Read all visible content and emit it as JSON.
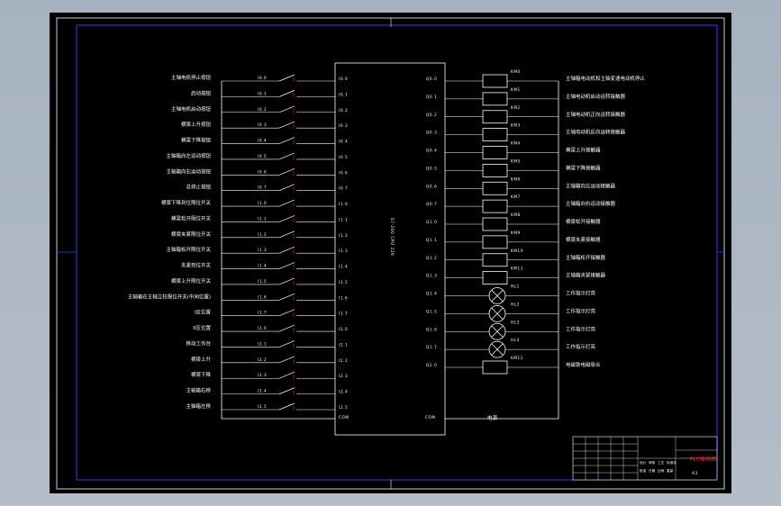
{
  "drawing": {
    "background": "#000000",
    "line_color": "#ffffff",
    "frame_color": "#2c3cff",
    "contact_accent": "#e02020"
  },
  "plc": {
    "model": "S7-200 CPU 226",
    "input_common": "COM",
    "output_common": "COM"
  },
  "inputs": [
    {
      "label": "主轴电机停止按钮",
      "address": "I0.0"
    },
    {
      "label": "启动按钮",
      "address": "I0.1"
    },
    {
      "label": "主轴电机启动按钮",
      "address": "I0.2"
    },
    {
      "label": "横梁上升按钮",
      "address": "I0.3"
    },
    {
      "label": "横梁下降按钮",
      "address": "I0.4"
    },
    {
      "label": "主轴箱向左运动按钮",
      "address": "I0.5"
    },
    {
      "label": "主轴箱向右运动按钮",
      "address": "I0.6"
    },
    {
      "label": "总停止按钮",
      "address": "I0.7"
    },
    {
      "label": "横梁下降到位限位开关",
      "address": "I1.0"
    },
    {
      "label": "横梁松开限位开关",
      "address": "I1.1"
    },
    {
      "label": "横梁夹紧限位开关",
      "address": "I1.2"
    },
    {
      "label": "主轴箱松开限位开关",
      "address": "I1.3"
    },
    {
      "label": "夹紧到位开关",
      "address": "I1.4"
    },
    {
      "label": "横梁上升限位开关",
      "address": "I1.5"
    },
    {
      "label": "主轴箱在主轴立柱限位开关(中间位置)",
      "address": "I1.6"
    },
    {
      "label": "I区位置",
      "address": "I1.7"
    },
    {
      "label": "II区位置",
      "address": "I2.0"
    },
    {
      "label": "移动工作台",
      "address": "I2.1"
    },
    {
      "label": "横梁上升",
      "address": "I2.2"
    },
    {
      "label": "横梁下降",
      "address": "I2.3"
    },
    {
      "label": "主轴箱右移",
      "address": "I2.4"
    },
    {
      "label": "主轴箱左移",
      "address": "I2.5"
    }
  ],
  "outputs": [
    {
      "label": "主轴箱电动机和主轴变速电动机停止",
      "address": "Q0.0",
      "device": "KM0"
    },
    {
      "label": "主轴电动机启动运转接触器",
      "address": "Q0.1",
      "device": "KM1"
    },
    {
      "label": "主轴电动机正向运转接触器",
      "address": "Q0.2",
      "device": "KM2"
    },
    {
      "label": "主轴电动机反向运转接触器",
      "address": "Q0.3",
      "device": "KM3"
    },
    {
      "label": "横梁上升接触器",
      "address": "Q0.4",
      "device": "KM4"
    },
    {
      "label": "横梁下降接触器",
      "address": "Q0.5",
      "device": "KM5"
    },
    {
      "label": "主轴箱向左运动接触器",
      "address": "Q0.6",
      "device": "KM6"
    },
    {
      "label": "主轴箱向右运动接触器",
      "address": "Q0.7",
      "device": "KM7"
    },
    {
      "label": "横梁松开接触器",
      "address": "Q1.0",
      "device": "KM8"
    },
    {
      "label": "横梁夹紧接触器",
      "address": "Q1.1",
      "device": "KM9"
    },
    {
      "label": "主轴箱松开接触器",
      "address": "Q1.2",
      "device": "KM10"
    },
    {
      "label": "主轴箱夹紧接触器",
      "address": "Q1.3",
      "device": "KM11"
    },
    {
      "label": "工作指示灯亮",
      "address": "Q1.4",
      "device": "HL1"
    },
    {
      "label": "工作指示灯亮",
      "address": "Q1.5",
      "device": "HL2"
    },
    {
      "label": "工作指示灯亮",
      "address": "Q1.6",
      "device": "HL3"
    },
    {
      "label": "工作指示灯亮",
      "address": "Q1.7",
      "device": "HL4"
    },
    {
      "label": "电磁铁电磁吸合",
      "address": "Q2.0",
      "device": "KM12"
    }
  ],
  "power": {
    "label": "电源"
  },
  "title_block": {
    "title": "PLC接线图",
    "sheet": "A3",
    "cells": [
      "设计",
      "审核",
      "工艺",
      "标准化",
      "批准",
      "日期",
      "比例",
      "重量"
    ]
  }
}
